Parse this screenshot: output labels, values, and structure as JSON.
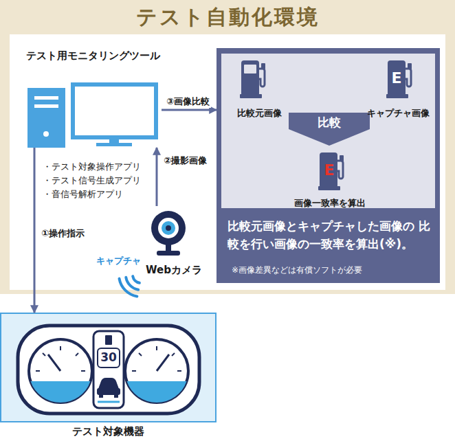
{
  "diagram": {
    "title": "テスト自動化環境",
    "nodes": [
      {
        "text": [
          "テスト用モニタリングツール",
          "・テスト対象操作アプリ",
          "・テスト信号生成アプリ",
          "・音信号解析アプリ"
        ]
      },
      {
        "text": [
          "比較元画像とキャプチャした画像の 比較を行い画像の一致率を算出(※)。",
          "※画像差異などは有償ソフトが必要"
        ]
      },
      {
        "text": [
          "比較元画像"
        ],
        "in": 1
      },
      {
        "text": [
          "キャプチャ画像"
        ],
        "in": 1
      },
      {
        "text": [
          "比較"
        ],
        "in": 1
      },
      {
        "text": [
          "画像一致率を算出"
        ],
        "in": 1
      },
      {
        "text": [
          "Webカメラ"
        ]
      },
      {
        "text": [
          "テスト対象機器"
        ]
      }
    ],
    "edges": [
      {
        "from": 0,
        "to": 7,
        "arrow": "to",
        "label": "①操作指示"
      },
      {
        "from": 6,
        "to": 0,
        "arrow": "to",
        "label": "②撮影画像"
      },
      {
        "from": 0,
        "to": 1,
        "arrow": "to",
        "label": "③画像比較"
      }
    ],
    "labels": [
      "キャプチャ",
      "E",
      "E",
      "30"
    ]
  }
}
